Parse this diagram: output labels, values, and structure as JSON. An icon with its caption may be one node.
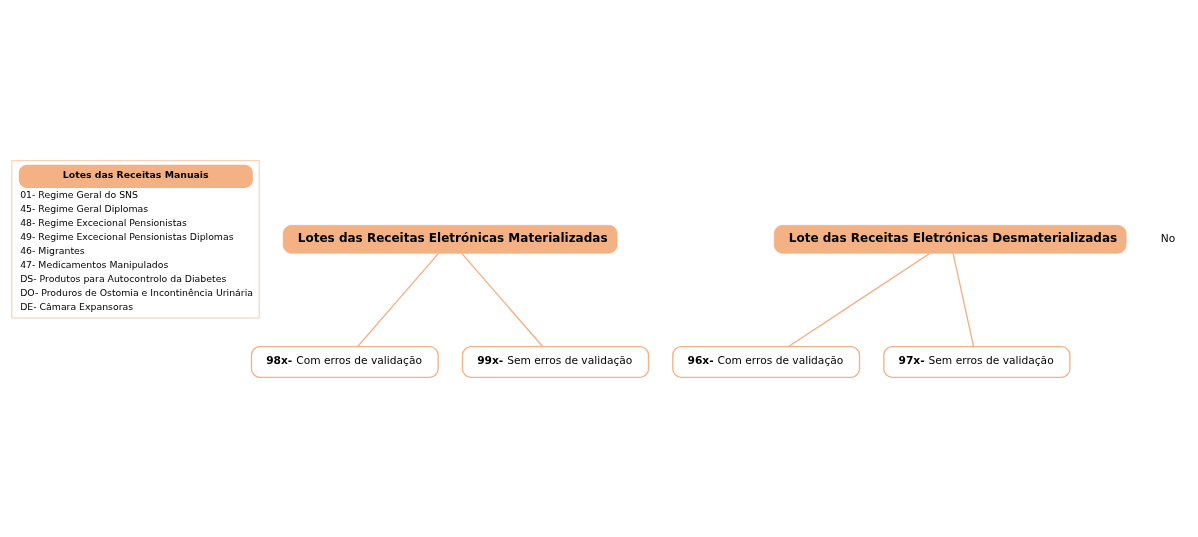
{
  "diagram": {
    "nodes": [
      {
        "text": [
          "Lotes das Receitas Manuais",
          "01- Regime Geral do SNS",
          "45- Regime Geral Diplomas",
          "48- Regime Excecional Pensionistas",
          "49- Regime Excecional Pensionistas Diplomas",
          "46- Migrantes",
          "47- Medicamentos Manipulados",
          "DS- Produtos para Autocontrolo da Diabetes",
          "DO- Produros de Ostomia e Incontinência Urinária",
          "DE- Câmara Expansoras"
        ]
      },
      {
        "text": [
          "Lotes das Receitas Eletrónicas Materializadas"
        ]
      },
      {
        "text": [
          "**98x-** Com erros de validação"
        ]
      },
      {
        "text": [
          "**99x-** Sem erros de validação"
        ]
      },
      {
        "text": [
          "Lote das Receitas Eletrónicas Desmaterializadas"
        ]
      },
      {
        "text": [
          "**96x-** Com erros de validação"
        ]
      },
      {
        "text": [
          "**97x-** Sem erros de validação"
        ]
      }
    ],
    "edges": [
      {
        "from": 1,
        "to": 2,
        "arrow": "none"
      },
      {
        "from": 1,
        "to": 3,
        "arrow": "none"
      },
      {
        "from": 4,
        "to": 5,
        "arrow": "none"
      },
      {
        "from": 4,
        "to": 6,
        "arrow": "none"
      }
    ],
    "labels": [
      "No"
    ]
  }
}
